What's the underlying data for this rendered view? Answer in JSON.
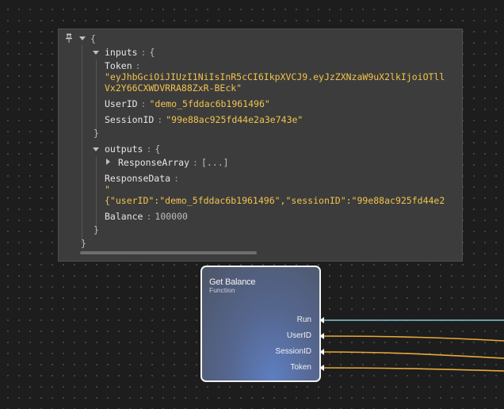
{
  "inspector": {
    "root_open": "{",
    "root_close": "}",
    "inputs": {
      "key": "inputs",
      "open": "{",
      "close": "}",
      "token_key": "Token",
      "token_line1": "\"eyJhbGciOiJIUzI1NiIsInR5cCI6IkpXVCJ9.eyJzZXNzaW9uX2lkIjoiOTll",
      "token_line2": "Vx2Y66CXWDVRRA88ZxR-BEck\"",
      "userid_key": "UserID",
      "userid_value": "\"demo_5fddac6b1961496\"",
      "sessionid_key": "SessionID",
      "sessionid_value": "\"99e88ac925fd44e2a3e743e\""
    },
    "outputs": {
      "key": "outputs",
      "open": "{",
      "close": "}",
      "responsearray_key": "ResponseArray",
      "responsearray_value": "[...]",
      "responsedata_key": "ResponseData",
      "responsedata_line1": "\"",
      "responsedata_line2": "{\"userID\":\"demo_5fddac6b1961496\",\"sessionID\":\"99e88ac925fd44e2",
      "balance_key": "Balance",
      "balance_value": "100000"
    }
  },
  "node": {
    "title": "Get Balance",
    "subtitle": "Function",
    "ports": [
      "Run",
      "UserID",
      "SessionID",
      "Token"
    ]
  },
  "colors": {
    "exec_wire": "#7fc4d4",
    "data_wire": "#e8a93a",
    "string_value": "#f3c34d",
    "inspector_bg": "#3c3c3c",
    "canvas_bg": "#1d1d1d"
  },
  "icons": [
    "pin-icon",
    "collapse-arrow-icon",
    "expand-arrow-icon",
    "port-arrow-icon"
  ]
}
